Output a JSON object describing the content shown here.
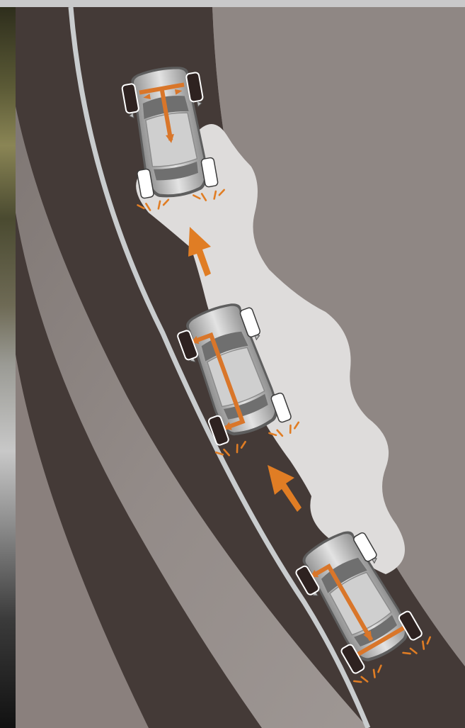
{
  "colors": {
    "top_bar": "#c9c9ca",
    "left_strip_top": "#3a3a1c",
    "left_strip_mid": "#6f6e4a",
    "offroad_light": "#9b9390",
    "offroad_dark": "#7c7470",
    "road": "#433a37",
    "edge_line": "#c9ccce",
    "slippery_patch": "#dedcdb",
    "arrow": "#e07d24",
    "torque_line": "#d9762a",
    "tire_dark": "#2e2220",
    "tire_light": "#ffffff",
    "car_body": "#b9b9b9"
  },
  "scene": {
    "type": "vehicle-stability-illustration",
    "icons": [
      "vehicle-icon",
      "wheel-slip-icon",
      "direction-arrow-icon",
      "torque-distribution-icon"
    ],
    "vehicles": [
      {
        "id": "car-top",
        "gripping_wheels": [
          "front-left",
          "front-right"
        ],
        "slipping_wheels": [
          "rear-left",
          "rear-right"
        ]
      },
      {
        "id": "car-middle",
        "gripping_wheels": [
          "front-left",
          "rear-left"
        ],
        "slipping_wheels": [
          "front-right",
          "rear-right"
        ]
      },
      {
        "id": "car-bottom",
        "gripping_wheels": [
          "front-left",
          "rear-left",
          "rear-right"
        ],
        "slipping_wheels": [
          "front-right"
        ]
      }
    ],
    "arrows_count": 2
  }
}
